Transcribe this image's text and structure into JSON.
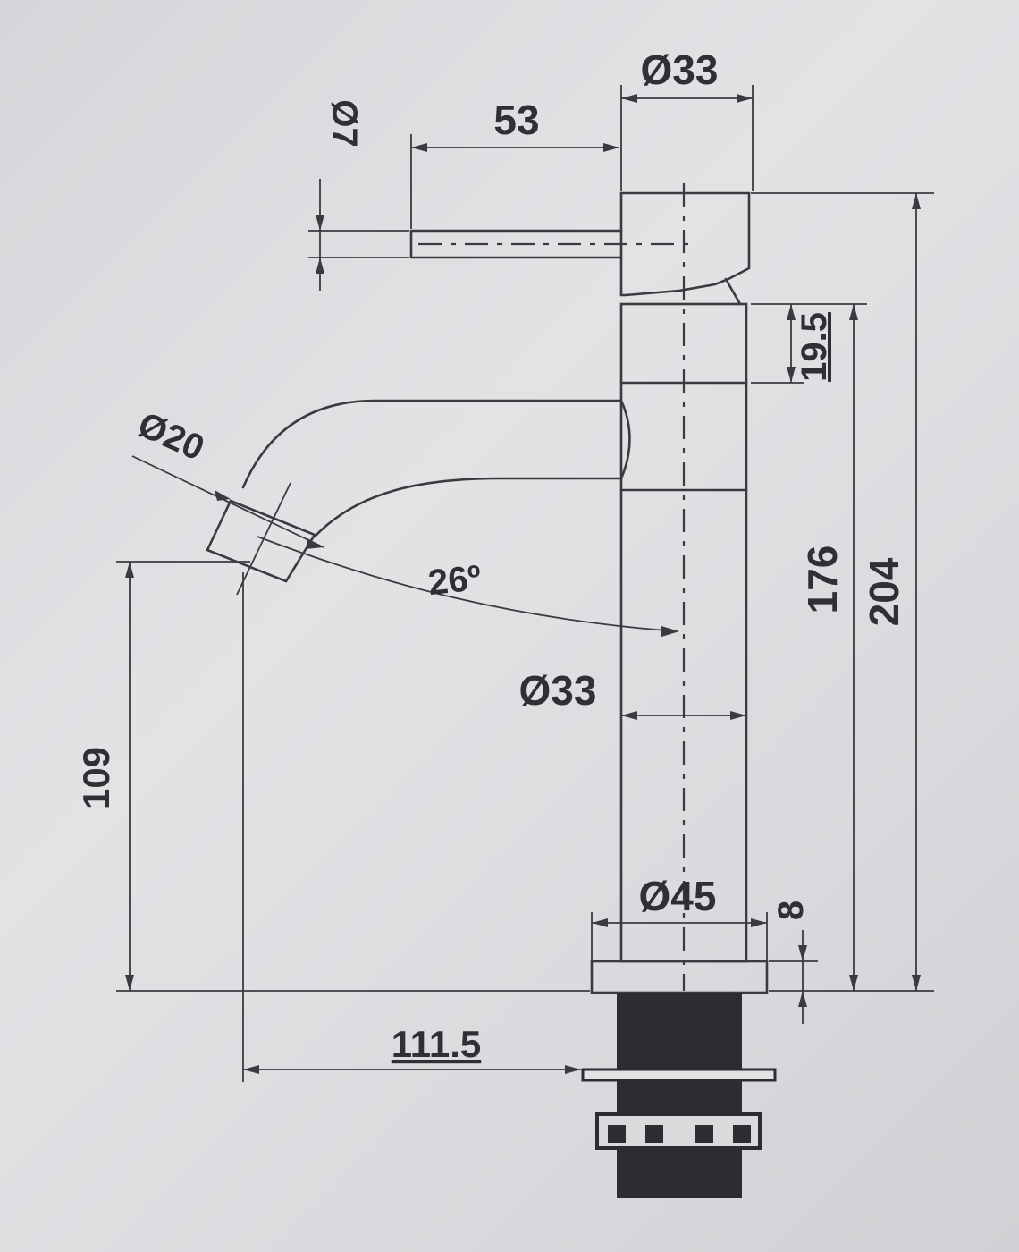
{
  "drawing": {
    "dimensions": {
      "handle_diameter": "Ø7",
      "handle_length": "53",
      "cap_diameter": "Ø33",
      "spout_diameter": "Ø20",
      "spout_angle": "26º",
      "body_diameter": "Ø33",
      "base_diameter": "Ø45",
      "spout_height": "109",
      "spout_reach": "111.5",
      "cartridge_height": "19.5",
      "height_to_cap": "176",
      "total_height": "204",
      "base_thickness": "8"
    }
  }
}
